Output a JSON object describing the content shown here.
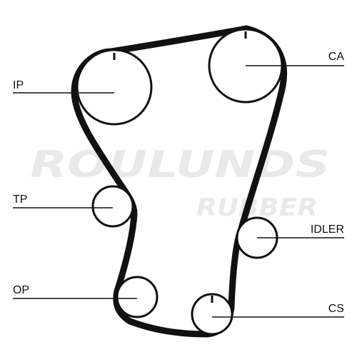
{
  "watermark": {
    "brand": "ROULUNDS",
    "sub": "RUBBER",
    "color": "#e6e6e6"
  },
  "colors": {
    "belt": "#111111",
    "pulley": "#111111",
    "leader": "#111111",
    "label": "#111111"
  },
  "labels": {
    "ip": "IP",
    "ca": "CA",
    "tp": "TP",
    "idler": "IDLER",
    "op": "OP",
    "cs": "CS"
  }
}
